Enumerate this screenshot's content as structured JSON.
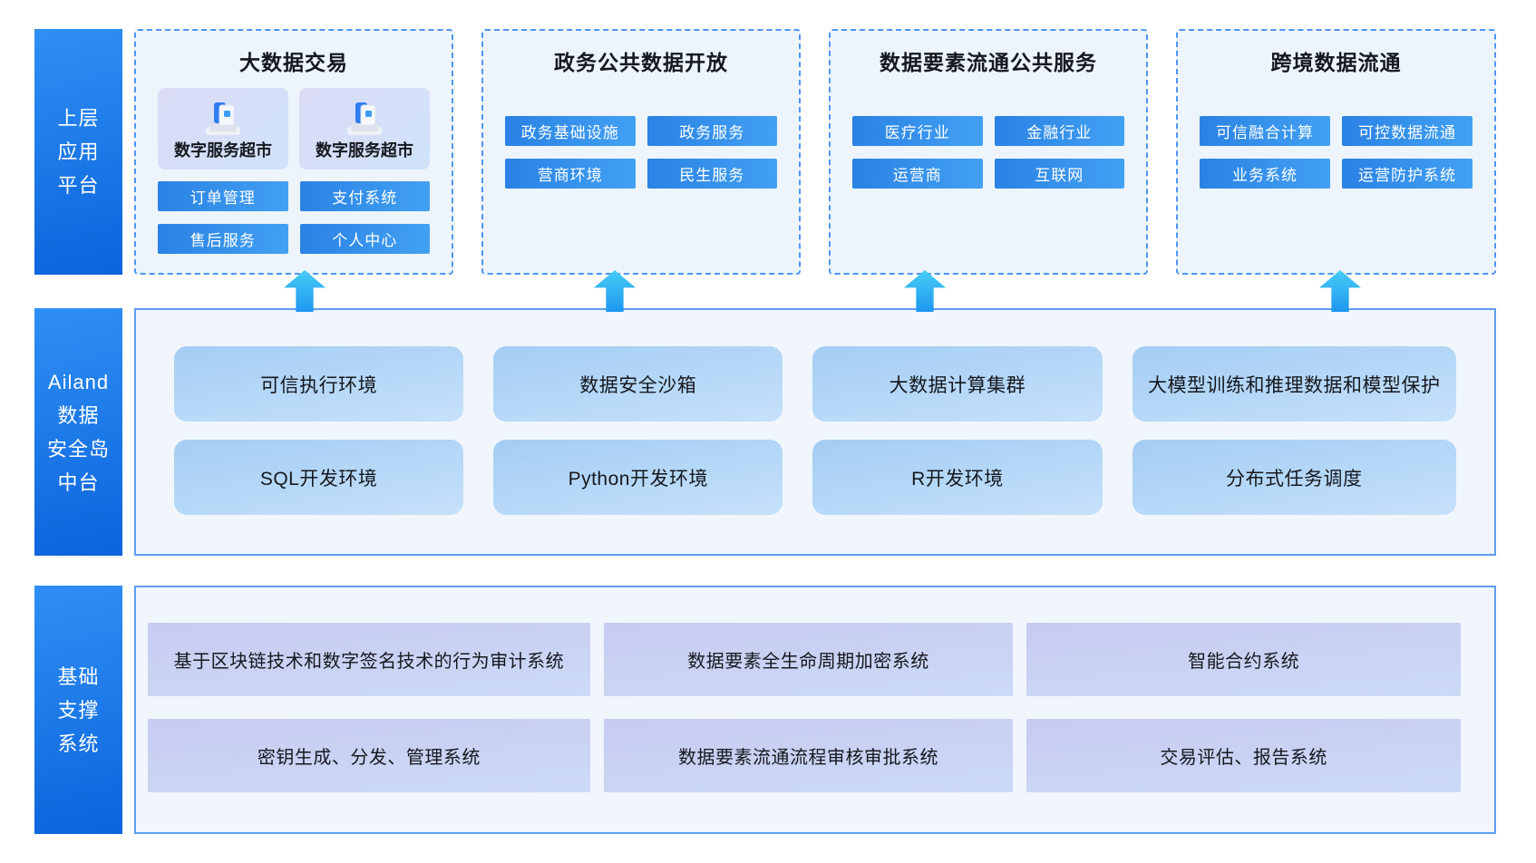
{
  "sections": {
    "top": {
      "label_lines": [
        "上层",
        "应用",
        "平台"
      ],
      "boxes": [
        {
          "title": "大数据交易",
          "market_cards": [
            "数字服务超市",
            "数字服务超市"
          ],
          "buttons": [
            "订单管理",
            "支付系统",
            "售后服务",
            "个人中心"
          ]
        },
        {
          "title": "政务公共数据开放",
          "buttons": [
            "政务基础设施",
            "政务服务",
            "营商环境",
            "民生服务"
          ]
        },
        {
          "title": "数据要素流通公共服务",
          "buttons": [
            "医疗行业",
            "金融行业",
            "运营商",
            "互联网"
          ]
        },
        {
          "title": "跨境数据流通",
          "buttons": [
            "可信融合计算",
            "可控数据流通",
            "业务系统",
            "运营防护系统"
          ]
        }
      ]
    },
    "middle": {
      "label_lines": [
        "Ailand",
        "数据",
        "安全岛",
        "中台"
      ],
      "row1": [
        "可信执行环境",
        "数据安全沙箱",
        "大数据计算集群",
        "大模型训练和推理数据和模型保护"
      ],
      "row2": [
        "SQL开发环境",
        "Python开发环境",
        "R开发环境",
        "分布式任务调度"
      ]
    },
    "bottom": {
      "label_lines": [
        "基础",
        "支撑",
        "系统"
      ],
      "row1": [
        "基于区块链技术和数字签名技术的行为审计系统",
        "数据要素全生命周期加密系统",
        "智能合约系统"
      ],
      "row2": [
        "密钥生成、分发、管理系统",
        "数据要素流通流程审核审批系统",
        "交易评估、报告系统"
      ]
    }
  },
  "colors": {
    "label_bar_gradient_start": "#2f8ff4",
    "label_bar_gradient_end": "#0b64dc",
    "dashed_border": "#4e95f3",
    "dashed_box_bg": "#edf4fb",
    "panel_border": "#5c9cf4",
    "panel_bg": "#f0f6fc",
    "chip_gradient_start": "#2a82e4",
    "chip_gradient_end": "#42a1f3",
    "market_card_gradient_start": "#dcdcf6",
    "market_card_gradient_end": "#cfe2fa",
    "middle_card_gradient_start": "#a4cdf4",
    "middle_card_gradient_end": "#c6e1fb",
    "bottom_card_gradient_start": "#c7cbf0",
    "bottom_card_gradient_end": "#ccdaf7",
    "arrow_gradient_start": "#47cdf7",
    "arrow_gradient_end": "#1e97ef",
    "text_dark": "#15181e",
    "text_light": "#ffffff"
  }
}
